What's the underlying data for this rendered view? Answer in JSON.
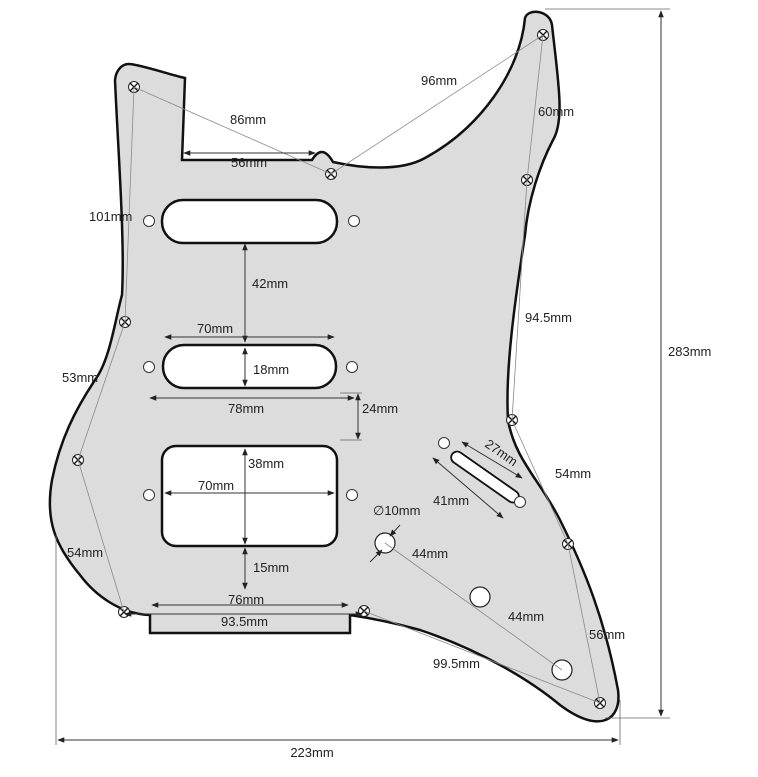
{
  "colors": {
    "pickguard_fill": "#dcdcdc",
    "outline": "#111111",
    "dimension_line": "#333333",
    "background": "#ffffff"
  },
  "labels": {
    "height_283": "283mm",
    "width_223": "223mm",
    "d96": "96mm",
    "d86": "86mm",
    "d56_neck": "56mm",
    "d60": "60mm",
    "d101": "101mm",
    "d42": "42mm",
    "d70_middle": "70mm",
    "d18": "18mm",
    "d78": "78mm",
    "d24": "24mm",
    "d53": "53mm",
    "d94_5": "94.5mm",
    "d27": "27mm",
    "d41": "41mm",
    "d54_right": "54mm",
    "d38": "38mm",
    "d70_bridge": "70mm",
    "d10": "∅10mm",
    "d44_a": "44mm",
    "d44_b": "44mm",
    "d54_left": "54mm",
    "d15": "15mm",
    "d76": "76mm",
    "d93_5": "93.5mm",
    "d99_5": "99.5mm",
    "d56_bottom": "56mm"
  }
}
